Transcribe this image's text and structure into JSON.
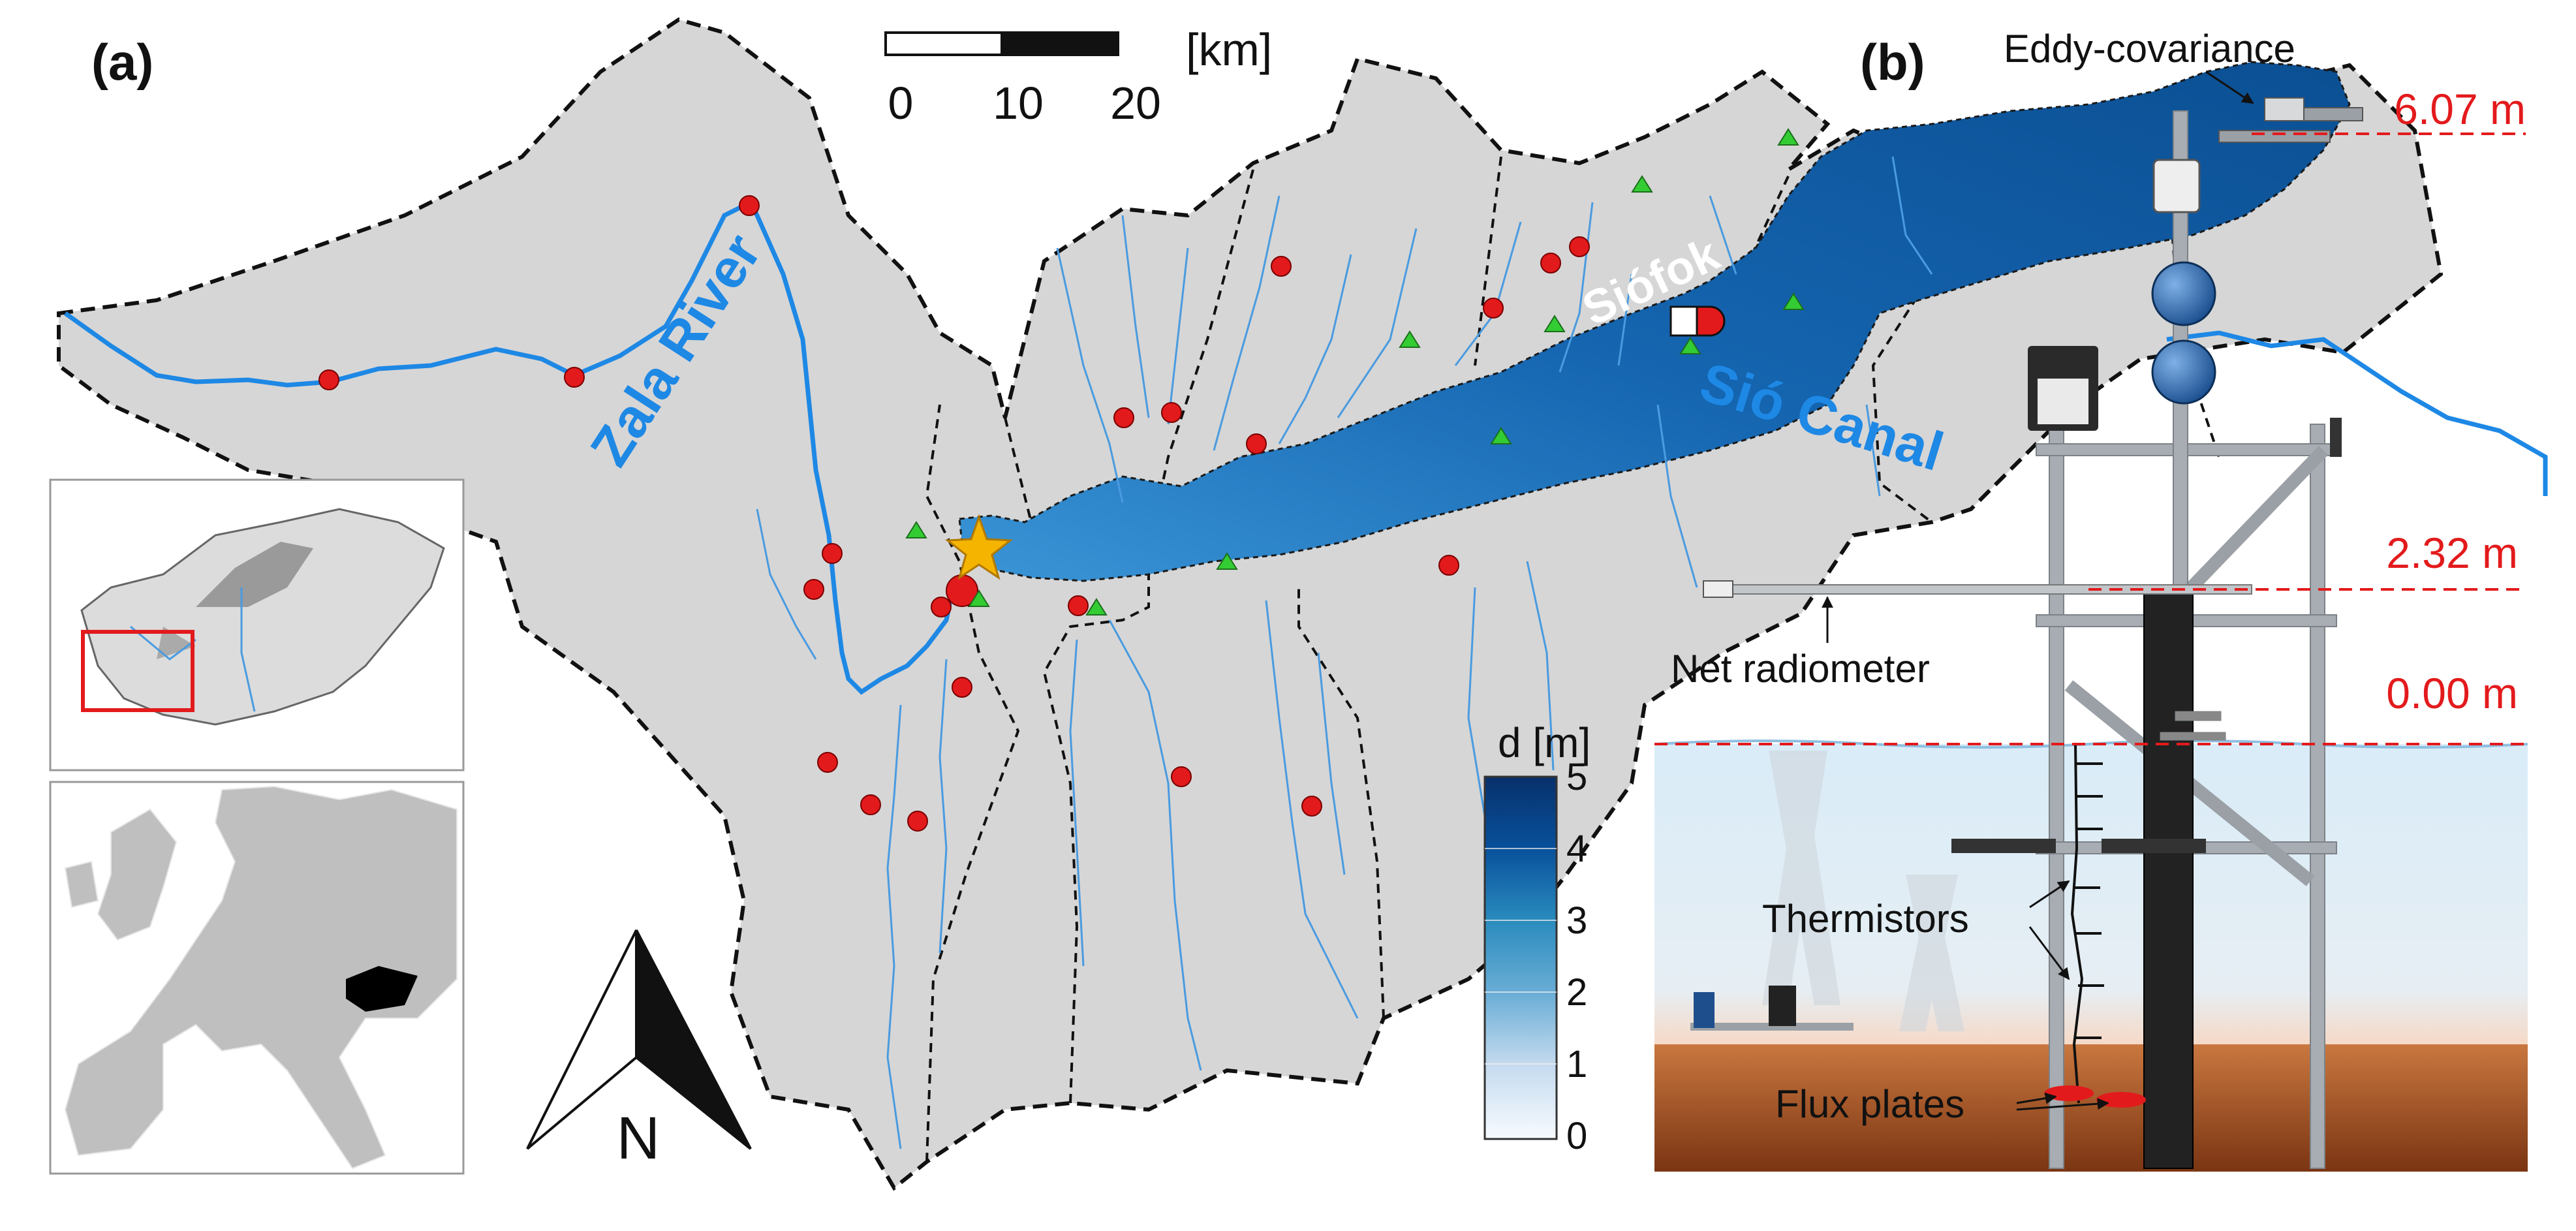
{
  "panel_a": {
    "label": "(a)",
    "river_label": "Zala River",
    "canal_label": "Sió Canal",
    "town_label": "Siófok",
    "scale_bar": {
      "unit": "[km]",
      "ticks": [
        "0",
        "10",
        "20"
      ]
    },
    "colorbar": {
      "title": "d [m]",
      "ticks": [
        "5",
        "4",
        "3",
        "2",
        "1",
        "0"
      ]
    },
    "north_arrow": {
      "label": "N"
    }
  },
  "panel_b": {
    "label": "(b)",
    "heights": [
      "6.07 m",
      "2.32 m",
      "0.00 m"
    ],
    "annotations": {
      "eddy": "Eddy-covariance",
      "radiometer": "Net radiometer",
      "thermistors": "Thermistors",
      "flux_plates": "Flux plates"
    }
  },
  "colors": {
    "catchment_fill": "#d6d6d6",
    "river": "#1e88e5",
    "lake_deep": "#0b4f93",
    "lake_shallow": "#3a95d6",
    "station_red": "#e31a1c",
    "station_green": "#33cc33",
    "star": "#f4b400",
    "water": "#cfe6f5",
    "sediment": "#a0522d",
    "height_red": "#e31a1c"
  }
}
